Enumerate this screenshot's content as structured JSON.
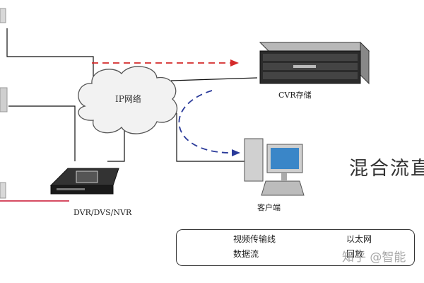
{
  "nodes": {
    "cloud_label": "IP网络",
    "cvr_label": "CVR存储",
    "dvr_label": "DVR/DVS/NVR",
    "client_label": "客户端"
  },
  "heading": "混合流直",
  "legend": {
    "video_line": "视频传输线",
    "ethernet": "以太网",
    "data_stream": "数据流",
    "playback": "回放"
  },
  "watermark": "知乎 @智能",
  "colors": {
    "video_line": "#c8102e",
    "data_stream": "#d42a2a",
    "playback": "#2a3a9a",
    "ethernet": "#111111"
  }
}
